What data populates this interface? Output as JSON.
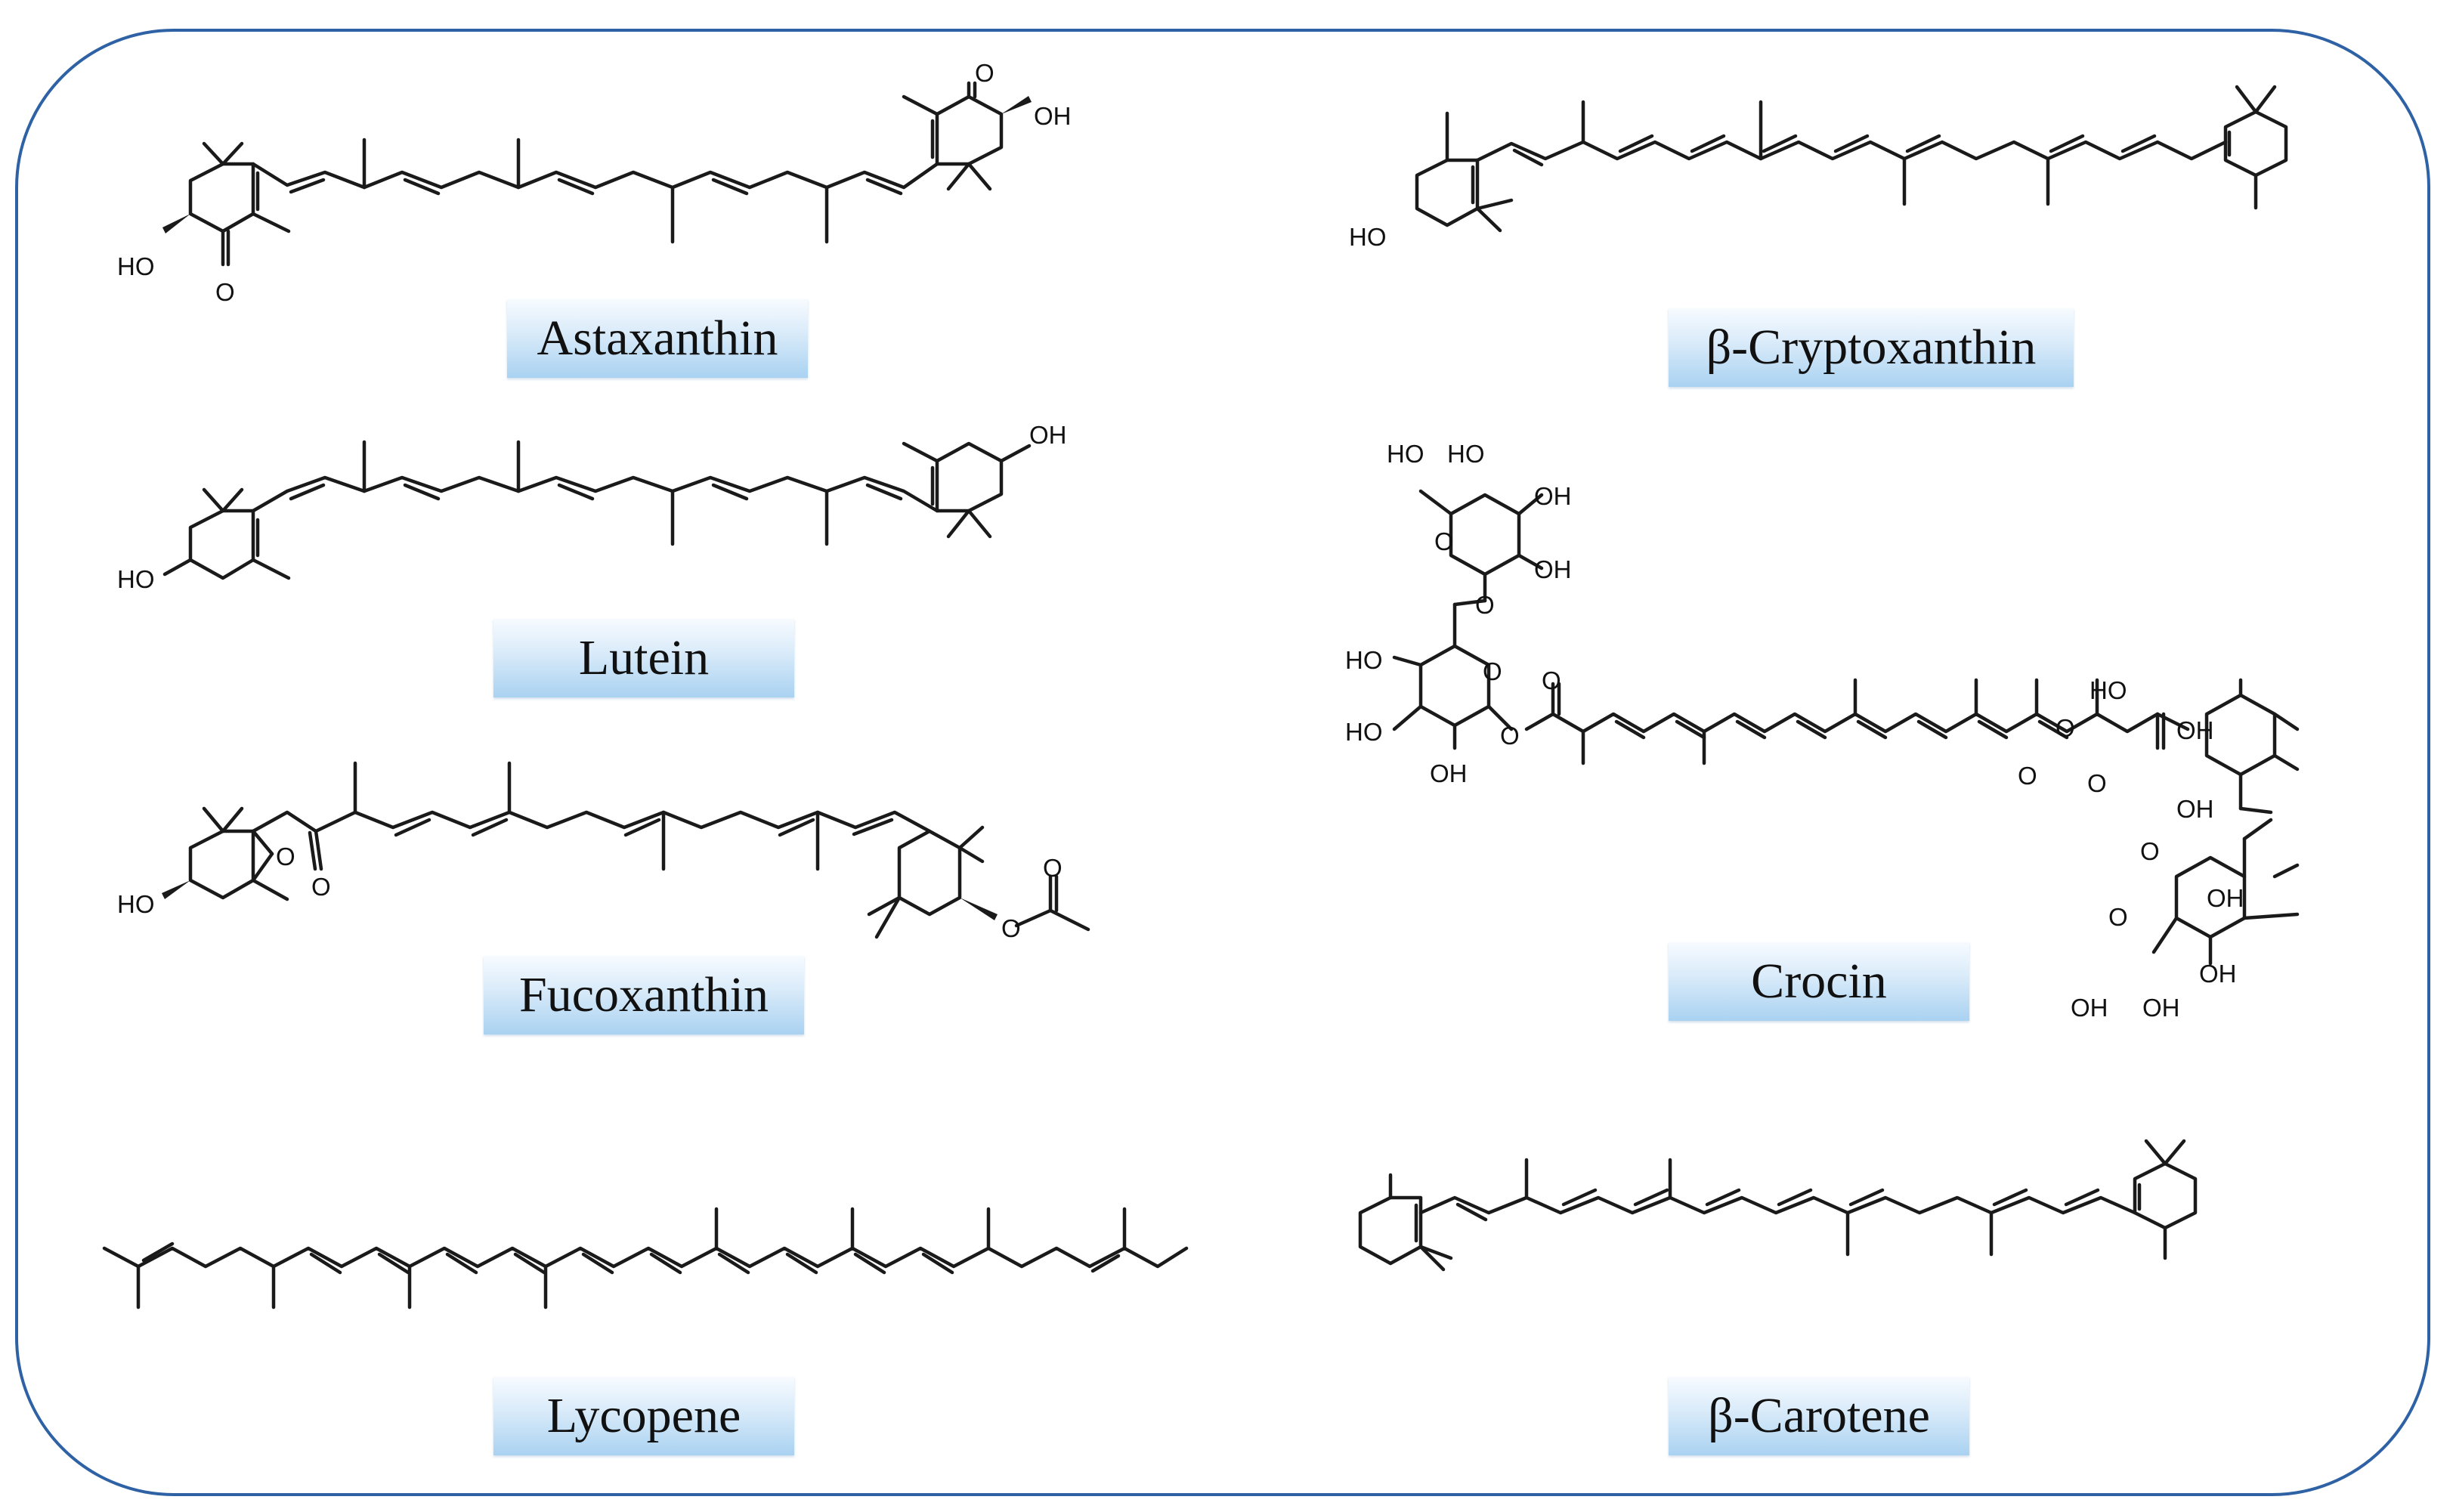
{
  "compounds": {
    "astaxanthin": "Astaxanthin",
    "beta_cryptoxanthin": "β-Cryptoxanthin",
    "lutein": "Lutein",
    "crocin": "Crocin",
    "fucoxanthin": "Fucoxanthin",
    "lycopene": "Lycopene",
    "beta_carotene": "β-Carotene"
  },
  "atoms": {
    "oh": "OH",
    "ho": "HO",
    "o": "O"
  },
  "colors": {
    "frame_border": "#2e62a5",
    "label_gradient_top": "#f7fbff",
    "label_gradient_bottom": "#a9d2f1",
    "bond": "#1a1a1a"
  }
}
